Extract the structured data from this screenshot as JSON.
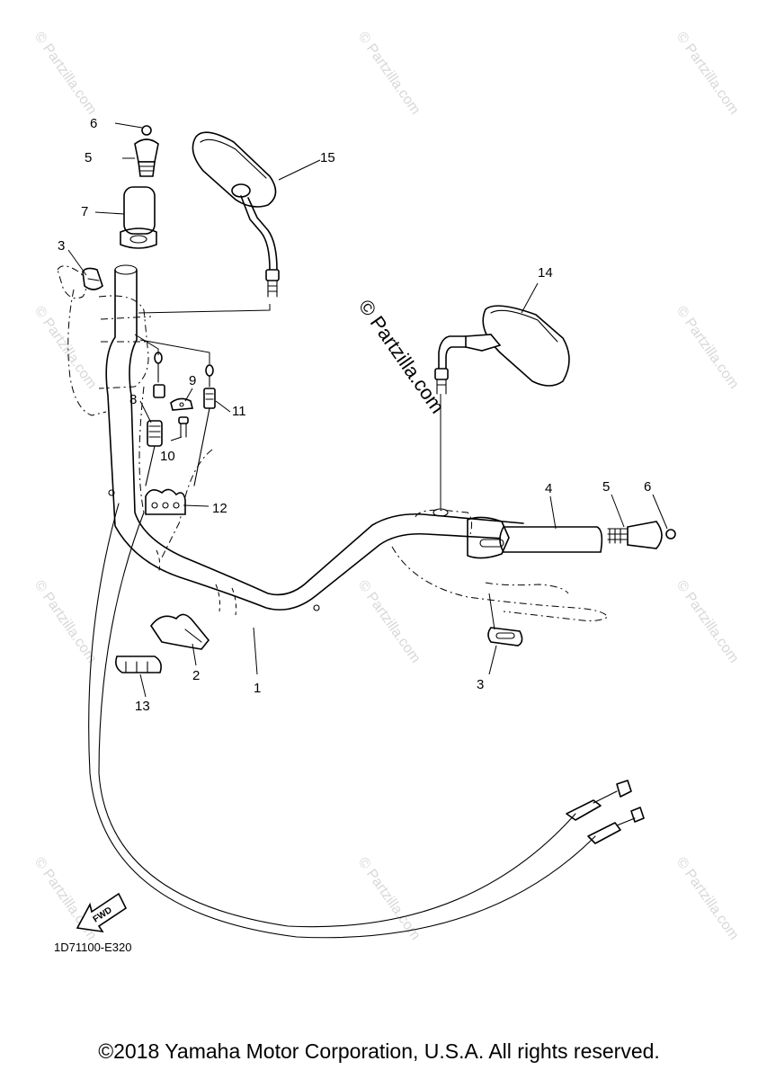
{
  "diagram": {
    "callouts": {
      "c1": "1",
      "c2": "2",
      "c3a": "3",
      "c3b": "3",
      "c4": "4",
      "c5a": "5",
      "c5b": "5",
      "c6a": "6",
      "c6b": "6",
      "c7": "7",
      "c8": "8",
      "c9": "9",
      "c10": "10",
      "c11": "11",
      "c12": "12",
      "c13": "13",
      "c14": "14",
      "c15": "15"
    },
    "fwd_label": "FWD",
    "diagram_code": "1D71100-E320",
    "watermark_center": "© Partzilla.com",
    "watermark_repeat": "© Partzilla.com"
  },
  "footer": {
    "copyright": "©2018 Yamaha Motor Corporation, U.S.A. All rights reserved."
  }
}
